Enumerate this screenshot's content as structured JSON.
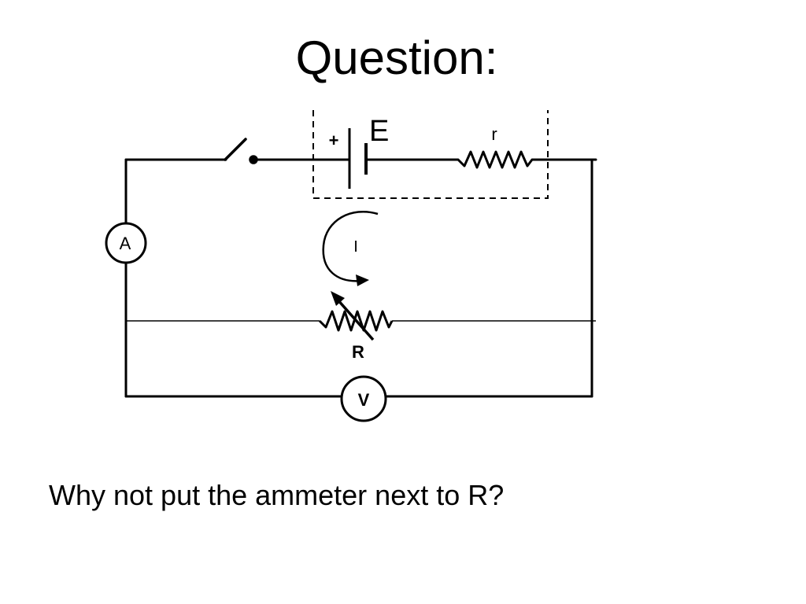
{
  "slide": {
    "title": "Question:",
    "question": "Why not put the ammeter next to R?"
  },
  "diagram": {
    "labels": {
      "emf": "E",
      "internal_resistance": "r",
      "battery_positive": "+",
      "current": "I",
      "resistor": "R",
      "ammeter": "A",
      "voltmeter": "V"
    },
    "line_color": "#000000",
    "background_color": "#ffffff"
  }
}
